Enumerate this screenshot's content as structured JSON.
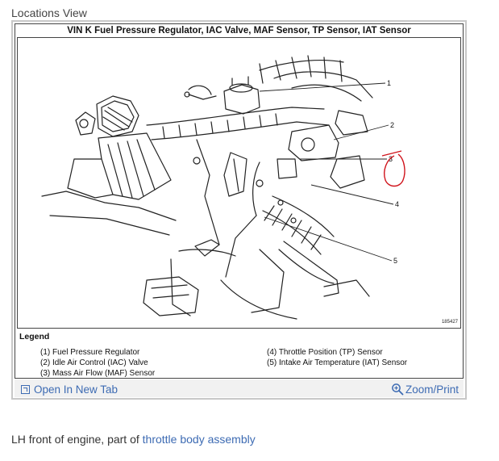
{
  "view_title": "Locations View",
  "figure": {
    "title": "VIN K Fuel Pressure Regulator, IAC Valve, MAF Sensor, TP Sensor, IAT Sensor",
    "figure_id": "185427",
    "callouts": [
      "1",
      "2",
      "3",
      "4",
      "5"
    ],
    "annotation_color": "#d0141c"
  },
  "legend": {
    "heading": "Legend",
    "items": [
      "(1)  Fuel Pressure Regulator",
      "(2)  Idle Air Control (IAC) Valve",
      "(3)  Mass Air Flow (MAF) Sensor",
      "(4)  Throttle Position (TP) Sensor",
      "(5)  Intake Air Temperature (IAT) Sensor"
    ]
  },
  "actions": {
    "open_tab": "Open In New Tab",
    "zoom_print": "Zoom/Print",
    "link_color": "#3d6bb3"
  },
  "caption": {
    "prefix": "LH front of engine, part of ",
    "link": "throttle body assembly"
  }
}
